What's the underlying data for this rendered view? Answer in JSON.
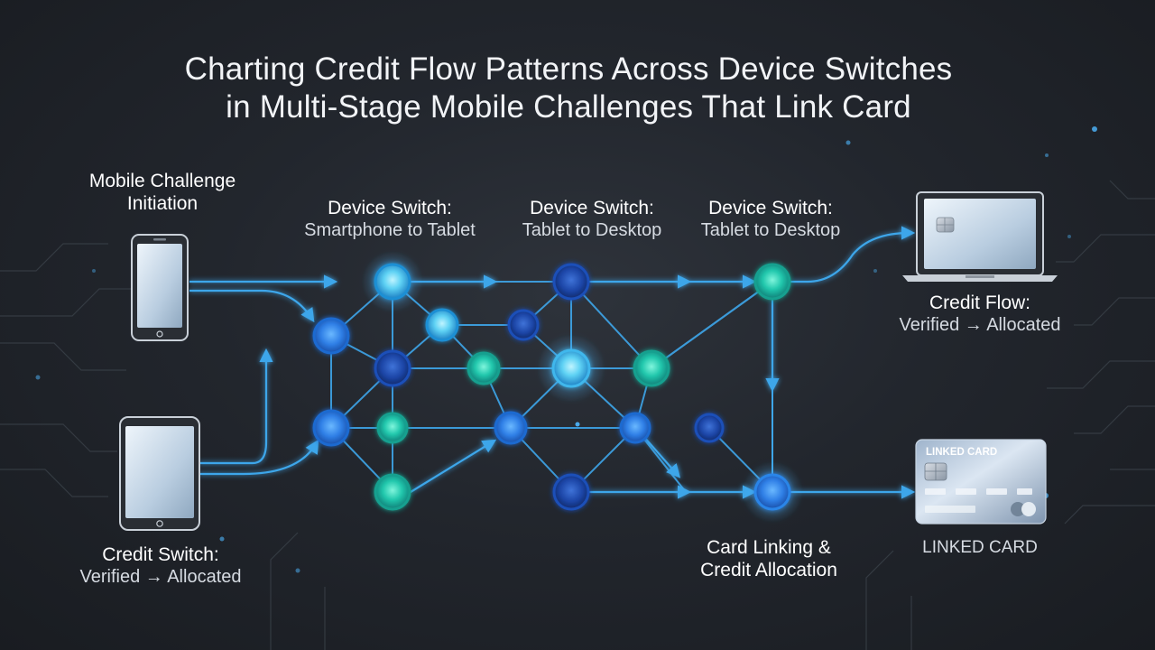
{
  "title": {
    "line1": "Charting Credit Flow Patterns Across Device Switches",
    "line2": "in Multi-Stage Mobile Challenges That Link Card"
  },
  "labels": {
    "mobile_challenge": {
      "line1": "Mobile Challenge",
      "line2": "Initiation"
    },
    "switch1": {
      "line1": "Device Switch:",
      "line2": "Smartphone to Tablet"
    },
    "switch2": {
      "line1": "Device Switch:",
      "line2": "Tablet to Desktop"
    },
    "switch3": {
      "line1": "Device Switch:",
      "line2": "Tablet to Desktop"
    },
    "credit_flow": {
      "line1": "Credit Flow:",
      "line2": "Verified → Allocated"
    },
    "credit_switch": {
      "line1": "Credit Switch:",
      "line2": "Verified → Allocated"
    },
    "card_linking": {
      "line1": "Card Linking &",
      "line2": "Credit Allocation"
    },
    "linked_card_caption": "LINKED CARD"
  },
  "card": {
    "label": "LINKED CARD"
  },
  "colors": {
    "background": "#1f2329",
    "edge": "#3ea6ea",
    "node_cyan": "#48c8f0",
    "node_blue": "#1c66d0",
    "node_navy": "#163d9a",
    "node_teal": "#1ec7b0"
  },
  "icons": [
    "smartphone-icon",
    "tablet-icon",
    "laptop-icon",
    "credit-card-icon"
  ]
}
